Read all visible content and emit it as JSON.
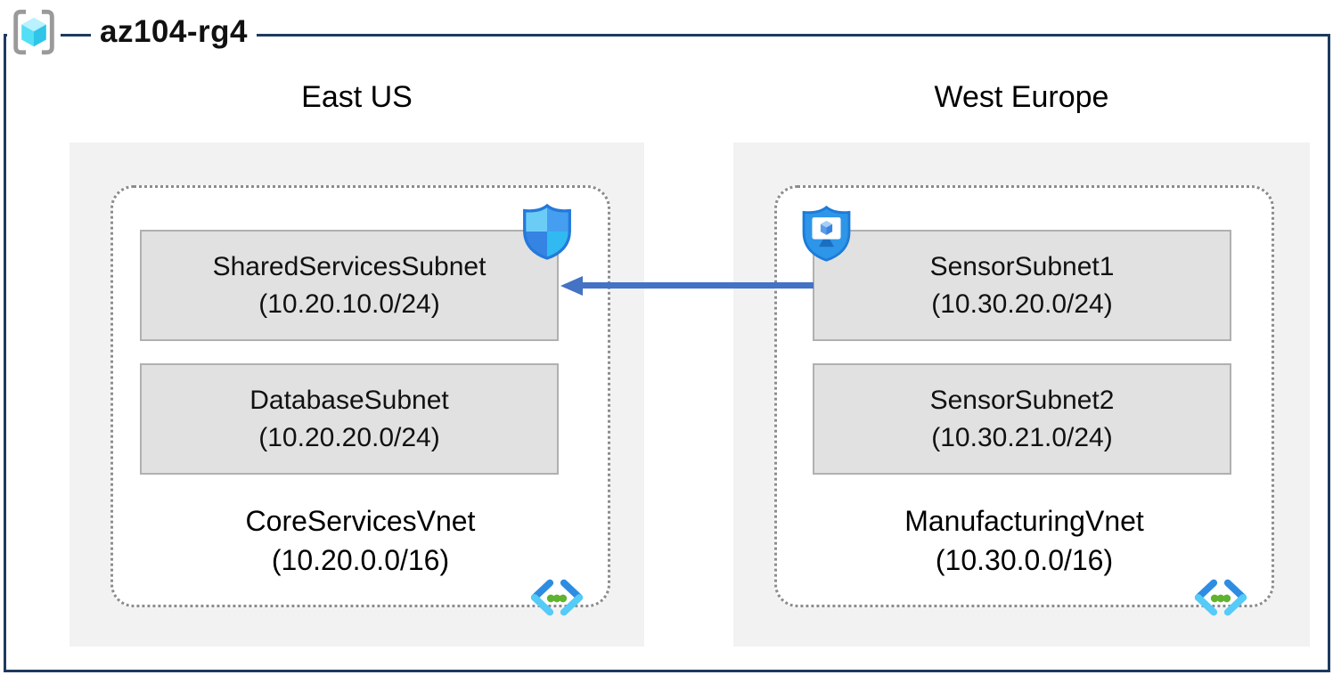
{
  "diagram_type": "azure-network-topology",
  "resource_group": {
    "name": "az104-rg4",
    "icon": "resource-group-icon"
  },
  "regions": [
    {
      "name": "East US",
      "vnet": {
        "name": "CoreServicesVnet",
        "cidr": "(10.20.0.0/16)",
        "icon": "virtual-network-icon",
        "subnets": [
          {
            "name": "SharedServicesSubnet",
            "cidr": "(10.20.10.0/24)",
            "badge": "network-security-group-icon"
          },
          {
            "name": "DatabaseSubnet",
            "cidr": "(10.20.20.0/24)",
            "badge": null
          }
        ]
      }
    },
    {
      "name": "West Europe",
      "vnet": {
        "name": "ManufacturingVnet",
        "cidr": "(10.30.0.0/16)",
        "icon": "virtual-network-icon",
        "subnets": [
          {
            "name": "SensorSubnet1",
            "cidr": "(10.30.20.0/24)",
            "badge": "application-security-group-icon"
          },
          {
            "name": "SensorSubnet2",
            "cidr": "(10.30.21.0/24)",
            "badge": null
          }
        ]
      }
    }
  ],
  "connection": {
    "from": "SensorSubnet1",
    "to": "SharedServicesSubnet",
    "direction": "right-to-left",
    "style": "solid-arrow",
    "color": "#4472C4"
  },
  "colors": {
    "outer_border": "#1E3A5F",
    "region_background": "#F2F2F2",
    "vnet_background": "#FFFFFF",
    "vnet_dotted_border": "#8C8C8C",
    "subnet_background": "#E1E1E1",
    "subnet_border": "#B0B0B0",
    "arrow": "#4472C4",
    "text": "#111111"
  }
}
